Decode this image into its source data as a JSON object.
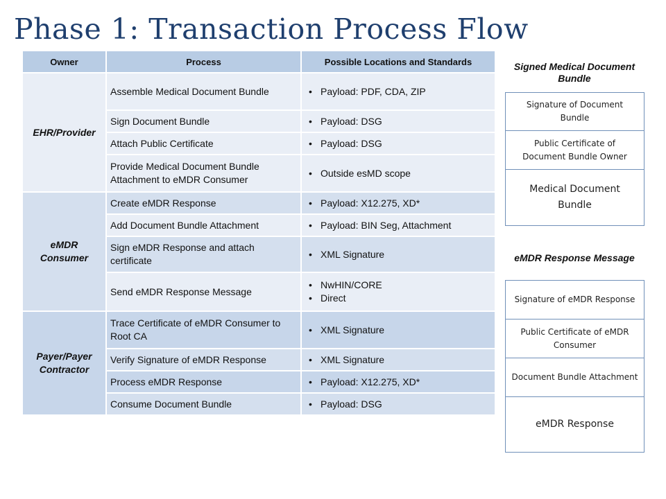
{
  "title": "Phase 1: Transaction Process Flow",
  "table": {
    "headers": [
      "Owner",
      "Process",
      "Possible Locations and Standards"
    ],
    "groups": [
      {
        "owner": "EHR/Provider",
        "rows": [
          {
            "process": "Assemble Medical Document Bundle",
            "standards": [
              "Payload: PDF, CDA, ZIP"
            ]
          },
          {
            "process": "Sign Document Bundle",
            "standards": [
              "Payload: DSG"
            ]
          },
          {
            "process": "Attach Public Certificate",
            "standards": [
              "Payload: DSG"
            ]
          },
          {
            "process": "Provide Medical Document Bundle Attachment to eMDR Consumer",
            "standards": [
              "Outside esMD scope"
            ]
          }
        ]
      },
      {
        "owner": "eMDR Consumer",
        "rows": [
          {
            "process": "Create eMDR Response",
            "standards": [
              "Payload: X12.275, XD*"
            ]
          },
          {
            "process": "Add Document Bundle Attachment",
            "standards": [
              "Payload: BIN Seg, Attachment"
            ]
          },
          {
            "process": "Sign eMDR Response and attach certificate",
            "standards": [
              "XML Signature"
            ]
          },
          {
            "process": "Send eMDR Response Message",
            "standards": [
              "NwHIN/CORE",
              "Direct"
            ]
          }
        ]
      },
      {
        "owner": "Payer/Payer Contractor",
        "rows": [
          {
            "process": "Trace Certificate of eMDR Consumer to Root CA",
            "standards": [
              "XML Signature"
            ]
          },
          {
            "process": "Verify Signature of eMDR Response",
            "standards": [
              "XML Signature"
            ]
          },
          {
            "process": "Process eMDR Response",
            "standards": [
              "Payload: X12.275, XD*"
            ]
          },
          {
            "process": "Consume Document Bundle",
            "standards": [
              "Payload: DSG"
            ]
          }
        ]
      }
    ]
  },
  "signed_bundle": {
    "title": "Signed Medical Document Bundle",
    "boxes": [
      "Signature of Document Bundle",
      "Public Certificate of Document Bundle Owner",
      "Medical Document Bundle"
    ]
  },
  "response_message": {
    "title": "eMDR Response Message",
    "boxes": [
      "Signature of eMDR Response",
      "Public Certificate of eMDR Consumer",
      "Document Bundle Attachment",
      "eMDR Response"
    ]
  }
}
